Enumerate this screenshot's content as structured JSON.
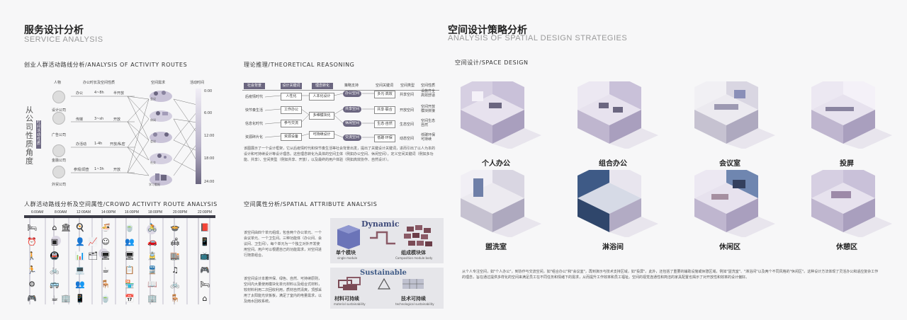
{
  "left": {
    "title_cn": "服务设计分析",
    "title_en": "SERVICE ANALYSIS",
    "routes_heading": "创业人群活动路线分析/ANALYSIS OF ACTIVITY ROUTES",
    "col_people": "人物",
    "col_office": "办公时长及空间性质",
    "col_space": "空间需求",
    "col_time": "活动时间",
    "vertical_label": "从公司性质角度",
    "vertical_tag": "时间活动性质",
    "companies": [
      "设计公司",
      "广告公司",
      "金融公司",
      "外贸公司"
    ],
    "row1": [
      "办公",
      "4~8h",
      "半开放"
    ],
    "row2": [
      "传媒",
      "3~sh",
      "开放"
    ],
    "row3": [
      "办活动",
      "1-4h",
      "开放/私密"
    ],
    "row4": [
      "参观/调查",
      "1~3h",
      "开放"
    ],
    "space_labels": [
      "",
      "会议",
      "休闲",
      "会议",
      "社交",
      "学习看报"
    ],
    "time_ticks": [
      "0:00",
      "6:00",
      "12:00",
      "18:00",
      "24:00"
    ],
    "crowd_heading": "人群活动路线分析及空间属性/CROWD ACTIVITY ROUTE ANALYSIS",
    "crowd_times": [
      "6:00AM",
      "8:00AM",
      "12:00AM",
      "14:00PM",
      "16:00PM",
      "18:00PM",
      "20:00PM",
      "22:00PM"
    ]
  },
  "middle": {
    "theory_heading": "理论推理/THEORETICAL REASONING",
    "theory_cols": [
      "社会背景",
      "设计关键词",
      "理念转化",
      "策略支持",
      "空间关键词",
      "空间类型",
      "空间性质"
    ],
    "social": [
      "后疫情时代",
      "快节奏生活",
      "信息化时代",
      "资源碎片化"
    ],
    "keywords": [
      "人性化",
      "工作办公",
      "参与交流",
      "资源设备"
    ],
    "ideas": [
      "人本化设计",
      "多维模块化",
      "可持续设计"
    ],
    "strategies": [
      "办公空间",
      "共享空间",
      "休闲空间",
      "交流空间"
    ],
    "space_kw": [
      "多元·高效",
      "共享·联合",
      "生态·自然",
      "低碳·环保"
    ],
    "space_type": [
      "共享空间",
      "开放空间",
      "生态空间",
      "动态空间"
    ],
    "space_nature": [
      "设施齐全 高效舒适",
      "空间开放 模块拼接",
      "空间生态 自然",
      "低碳环保 可持续"
    ],
    "theory_para": "该图展示了一个设计框架，它从后疫情时代和快节奏生活等社会背景出发，提出了关键设计关键词，进而引出了以人为本的设计和可持续设计等设计理念。这些理念转化为具体的空间主体（例如办公空间、休闲空间），定义空间关键词（例如多功能、共享）、空间类型（例如共享、开放），以及最终的用户体验（例如高效协作、自然设计）。",
    "attr_heading": "空间属性分析/SPATIAL ATTRIBUTE ANALYSIS",
    "attr_para1": "该空间由四个单元组成，包含两个办公单元、一个会议单元、一个卫生间。三种功能体（办公间、会议间、卫生间），每个单元为一个独立对外开发使用空间。用户可以根据自己的功能需求，对空间进行随意组合。",
    "attr_para2": "该空间设计本着环保、绿色、自然、可持续原则，空间内大量使用模块化单元材料以及组合式材料，较材料利用二次回收利用，质材自然清爽，顶部采用了太阳能光伏板板，满足了室内的电量需求，以及雨水回收系统。",
    "dynamic": "Dynamic",
    "single_cn": "单个模块",
    "single_en": "single module",
    "comp_cn": "组成模块体",
    "comp_en": "Composition module body",
    "sustainable": "Sustainable",
    "mat_cn": "材料可持续",
    "mat_en": "material sustainability",
    "tech_cn": "技术可持续",
    "tech_en": "technological sustainability"
  },
  "right": {
    "title_cn": "空间设计策略分析",
    "title_en": "ANALYSIS OF SPATIAL DESIGN STRATEGIES",
    "space_heading": "空间设计/SPACE DESIGN",
    "rooms": [
      "个人办公",
      "组合办公",
      "会议室",
      "投屏",
      "盥洗室",
      "淋浴间",
      "休闲区",
      "休憩区"
    ],
    "para": "从个人专注空间，如\"个人办公\"，到协作与交流空间，如\"组合办公\"和\"会议室\"，再到演示与技术支持区域，如\"投屏\"。此外，还包括了重要的辅助设施或休憩区域，例如\"盥洗室\"、\"淋浴间\"以及两个不同风格的\"休闲区\"。这种设计方法体现了灵活办公和适应复杂工作的理念，旨在通过提供多样化的空间来满足员工在不同任务和情绪下的需求，从而提升工作效率和员工福祉。空间的视觉连通性和简洁的家具配置也揭示了对开放性和效率的设计偏好。"
  },
  "colors": {
    "accent": "#6b6680",
    "purple_soft": "#b9b3c9",
    "blue_room": "#3e5a86"
  }
}
